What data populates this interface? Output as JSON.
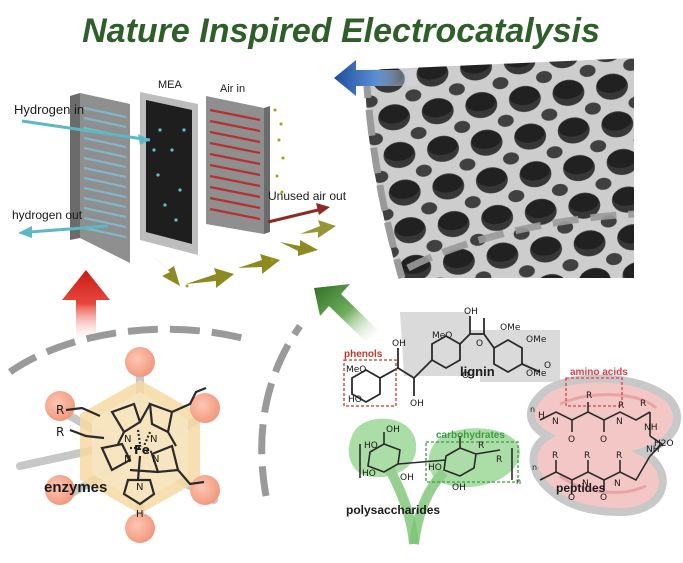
{
  "title": "Nature Inspired Electrocatalysis",
  "fuel_cell": {
    "hydrogen_in": "Hydrogen in",
    "mea": "MEA",
    "air_in": "Air in",
    "hydrogen_out": "hydrogen out",
    "unused_air_out": "Unused air out"
  },
  "lignin": {
    "label": "lignin",
    "phenols": "phenols",
    "groups": [
      "OH",
      "OH",
      "OH",
      "OMe",
      "MeO",
      "OMe",
      "OMe",
      "MeO",
      "HO",
      "O",
      "O",
      "O"
    ]
  },
  "peptides": {
    "label": "peptides",
    "amino_acids": "amino acids",
    "groups": [
      "R",
      "R",
      "R",
      "O",
      "O",
      "N",
      "N",
      "NH",
      "H",
      "NH",
      "H2O",
      "R",
      "R",
      "R",
      "O",
      "O",
      "N",
      "N",
      "n",
      "n"
    ]
  },
  "polysaccharides": {
    "label": "polysaccharides",
    "carbohydrates": "carbohydrates",
    "groups": [
      "OH",
      "HO",
      "HO",
      "OH",
      "R",
      "R",
      "OH",
      "HO",
      "n"
    ]
  },
  "enzymes": {
    "label": "enzymes",
    "groups": [
      "R",
      "R",
      "N",
      "N",
      "N",
      "N",
      "Fe",
      "N",
      "H"
    ]
  },
  "colors": {
    "title": "#2e5e2a",
    "fuel_arrow": "#c8201c",
    "structures_arrow": "#3f7a32",
    "membrane_arrow": "#2b5ea8",
    "phenols_text": "#c0392b",
    "carbohydrates_text": "#3e9a46",
    "amino_acids_text": "#e0404a"
  }
}
